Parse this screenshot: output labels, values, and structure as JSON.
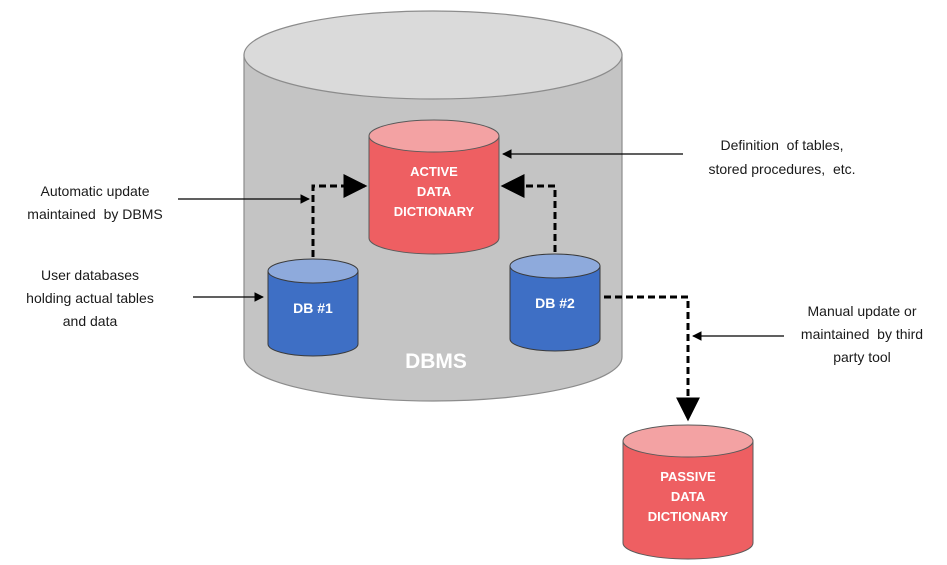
{
  "dbms": {
    "label": "DBMS"
  },
  "active_dictionary": {
    "lines": [
      "ACTIVE",
      "DATA",
      "DICTIONARY"
    ]
  },
  "passive_dictionary": {
    "lines": [
      "PASSIVE",
      "DATA",
      "DICTIONARY"
    ]
  },
  "db1": {
    "label": "DB #1"
  },
  "db2": {
    "label": "DB #2"
  },
  "annotations": {
    "automatic_update": [
      "Automatic update",
      "maintained  by DBMS"
    ],
    "user_databases": [
      "User databases",
      "holding actual tables",
      "and data"
    ],
    "definition": [
      "Definition  of tables,",
      "stored procedures,  etc."
    ],
    "manual_update": [
      "Manual update or",
      "maintained  by third",
      "party tool"
    ]
  },
  "colors": {
    "dbms_body": "#c4c4c4",
    "dbms_top": "#dadada",
    "red_body": "#ee5f62",
    "red_top": "#f3a2a3",
    "blue_body": "#3e6fc5",
    "blue_top": "#8eaadc"
  }
}
